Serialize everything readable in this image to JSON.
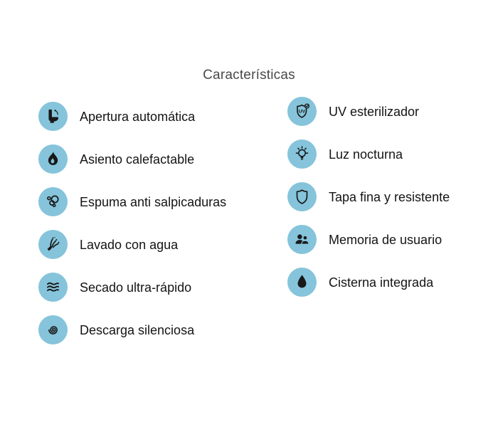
{
  "section": {
    "title": "Características"
  },
  "colors": {
    "background": "#ffffff",
    "icon_circle": "#85c4db",
    "icon_glyph": "#181818",
    "title_text": "#4a4a4a",
    "label_text": "#141414"
  },
  "features": {
    "uv_badge_text": "UV",
    "left_column": [
      {
        "label": "Apertura automática",
        "icon": "toilet-open-lid-icon"
      },
      {
        "label": "Asiento calefactable",
        "icon": "flame-icon"
      },
      {
        "label": "Espuma anti salpicaduras",
        "icon": "bubbles-icon"
      },
      {
        "label": "Lavado con agua",
        "icon": "water-spray-icon"
      },
      {
        "label": "Secado ultra-rápido",
        "icon": "air-waves-icon"
      },
      {
        "label": "Descarga silenciosa",
        "icon": "spiral-icon"
      }
    ],
    "right_column": [
      {
        "label": "UV esterilizador",
        "icon": "uv-shield-check-icon"
      },
      {
        "label": "Luz nocturna",
        "icon": "light-bulb-icon"
      },
      {
        "label": "Tapa fina y resistente",
        "icon": "shield-icon"
      },
      {
        "label": "Memoria de usuario",
        "icon": "users-icon"
      },
      {
        "label": "Cisterna integrada",
        "icon": "water-drop-icon"
      }
    ]
  }
}
